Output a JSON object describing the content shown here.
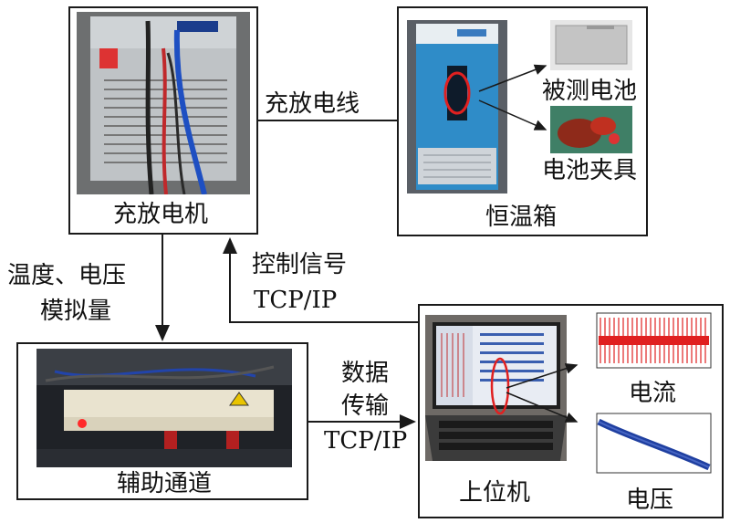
{
  "boxes": {
    "charger": {
      "label": "充放电机"
    },
    "chamber": {
      "label": "恒温箱"
    },
    "aux": {
      "label": "辅助通道"
    },
    "pc": {
      "label": "上位机"
    }
  },
  "chamber_callouts": {
    "battery": "被测电池",
    "fixture": "电池夹具"
  },
  "pc_callouts": {
    "current": "电流",
    "voltage": "电压"
  },
  "edges": {
    "charge_cable": "充放电线",
    "temp_voltage_line1": "温度、电压",
    "temp_voltage_line2": "模拟量",
    "control_line1": "控制信号",
    "control_line2": "TCP/IP",
    "data_line1": "数据",
    "data_line2": "传输",
    "data_line3": "TCP/IP"
  },
  "colors": {
    "border": "#1a1a1a",
    "accent_red": "#e02020",
    "plot_blue": "#1f3fa0"
  }
}
